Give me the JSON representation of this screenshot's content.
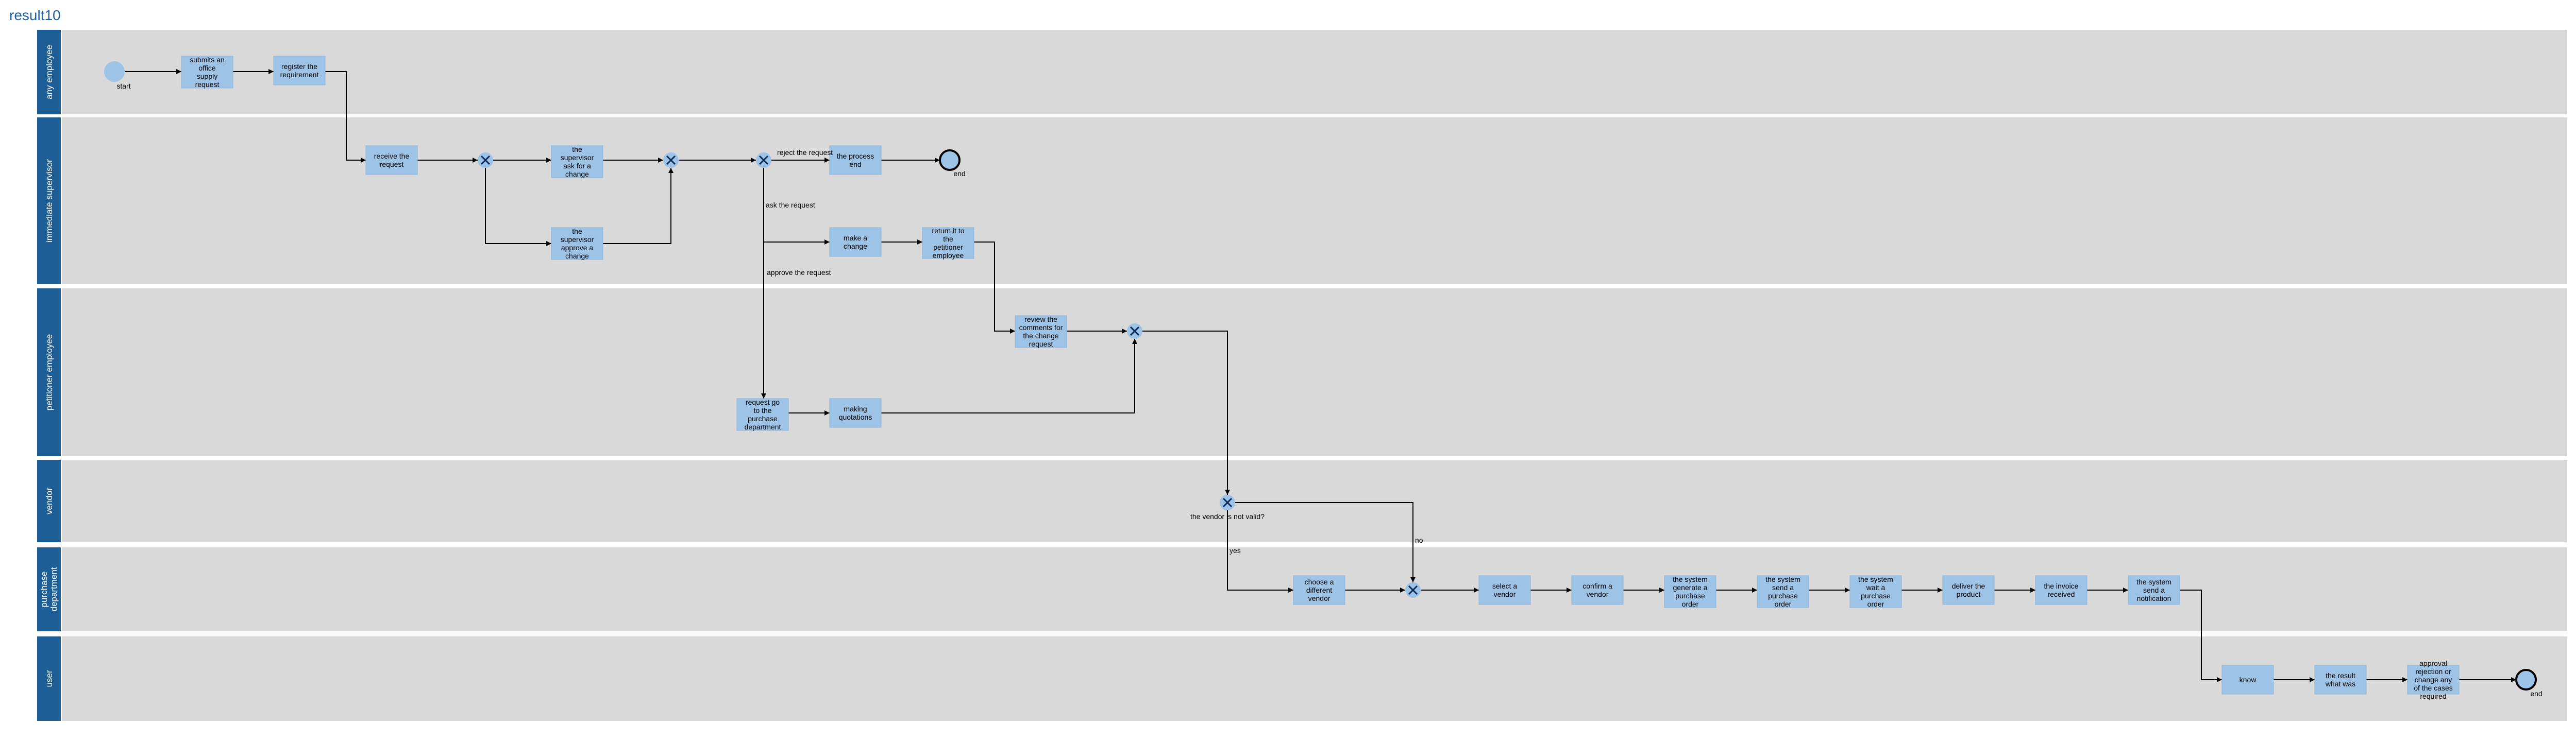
{
  "title": "result10",
  "lanes": [
    {
      "id": "any",
      "label": "any employee"
    },
    {
      "id": "sup",
      "label": "immediate supervisor"
    },
    {
      "id": "pet",
      "label": "petitioner employee"
    },
    {
      "id": "ven",
      "label": "vendor"
    },
    {
      "id": "pur",
      "label": "purchase department"
    },
    {
      "id": "usr",
      "label": "user"
    }
  ],
  "tasks": [
    {
      "id": "t_submit",
      "lines": [
        "submits an",
        "office",
        "supply",
        "request"
      ]
    },
    {
      "id": "t_register",
      "lines": [
        "register the",
        "requirement"
      ]
    },
    {
      "id": "t_receive",
      "lines": [
        "receive the",
        "request"
      ]
    },
    {
      "id": "t_ask",
      "lines": [
        "the",
        "supervisor",
        "ask for a",
        "change"
      ]
    },
    {
      "id": "t_approve",
      "lines": [
        "the",
        "supervisor",
        "approve a",
        "change"
      ]
    },
    {
      "id": "t_process_end",
      "lines": [
        "the process",
        "end"
      ]
    },
    {
      "id": "t_make_change",
      "lines": [
        "make a",
        "change"
      ]
    },
    {
      "id": "t_return",
      "lines": [
        "return it to",
        "the",
        "petitioner",
        "employee"
      ]
    },
    {
      "id": "t_review",
      "lines": [
        "review the",
        "comments for",
        "the change",
        "request"
      ]
    },
    {
      "id": "t_request_go",
      "lines": [
        "request go",
        "to the",
        "purchase",
        "department"
      ]
    },
    {
      "id": "t_quotations",
      "lines": [
        "making",
        "quotations"
      ]
    },
    {
      "id": "t_choose",
      "lines": [
        "choose a",
        "different",
        "vendor"
      ]
    },
    {
      "id": "t_select",
      "lines": [
        "select a",
        "vendor"
      ]
    },
    {
      "id": "t_confirm",
      "lines": [
        "confirm a",
        "vendor"
      ]
    },
    {
      "id": "t_generate",
      "lines": [
        "the system",
        "generate a",
        "purchase",
        "order"
      ]
    },
    {
      "id": "t_send_po",
      "lines": [
        "the system",
        "send a",
        "purchase",
        "order"
      ]
    },
    {
      "id": "t_wait_po",
      "lines": [
        "the system",
        "wait a",
        "purchase",
        "order"
      ]
    },
    {
      "id": "t_deliver",
      "lines": [
        "deliver the",
        "product"
      ]
    },
    {
      "id": "t_invoice",
      "lines": [
        "the invoice",
        "received"
      ]
    },
    {
      "id": "t_notify",
      "lines": [
        "the system",
        "send a",
        "notification"
      ]
    },
    {
      "id": "t_know",
      "lines": [
        "know"
      ]
    },
    {
      "id": "t_result",
      "lines": [
        "the result",
        "what was"
      ]
    },
    {
      "id": "t_approval",
      "lines": [
        "approval",
        "rejection or",
        "change any",
        "of the cases",
        "required"
      ]
    }
  ],
  "events": {
    "start": "start",
    "end1": "end",
    "end2": "end"
  },
  "edge_labels": {
    "reject": "reject the request",
    "ask": "ask the request",
    "approve": "approve the request",
    "vendor_question": "the vendor is not valid?",
    "no": "no",
    "yes": "yes"
  },
  "colors": {
    "lane_header": "#1e5e96",
    "lane_body": "#d9d9d9",
    "task_fill": "#9dc3e6",
    "gateway_mark": "#0b2a5c",
    "title": "#1f5fa6"
  }
}
